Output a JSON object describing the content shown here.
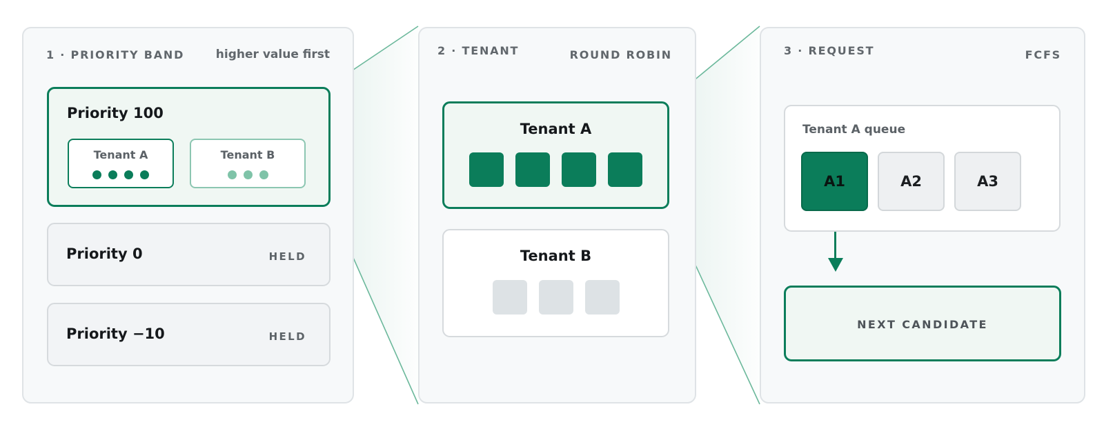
{
  "panels": {
    "band": {
      "title": "1 · PRIORITY BAND",
      "subtitle": "higher value first",
      "active": {
        "title": "Priority 100",
        "tenants": [
          {
            "label": "Tenant A",
            "dots": 4
          },
          {
            "label": "Tenant B",
            "dots": 3
          }
        ]
      },
      "held": [
        {
          "title": "Priority 0",
          "status": "HELD"
        },
        {
          "title": "Priority −10",
          "status": "HELD"
        }
      ]
    },
    "tenant": {
      "title": "2 · TENANT",
      "subtitle": "ROUND ROBIN",
      "tenants": [
        {
          "title": "Tenant A",
          "requests": 4
        },
        {
          "title": "Tenant B",
          "requests": 3
        }
      ]
    },
    "request": {
      "title": "3 · REQUEST",
      "subtitle": "FCFS",
      "queue_label": "Tenant A queue",
      "requests": [
        "A1",
        "A2",
        "A3"
      ],
      "candidate": "NEXT CANDIDATE"
    }
  },
  "colors": {
    "accent": "#0b7d5a",
    "accent_light": "#7fc3a8",
    "panel_bg": "#f7f9fa",
    "pending": "#dde2e5"
  }
}
